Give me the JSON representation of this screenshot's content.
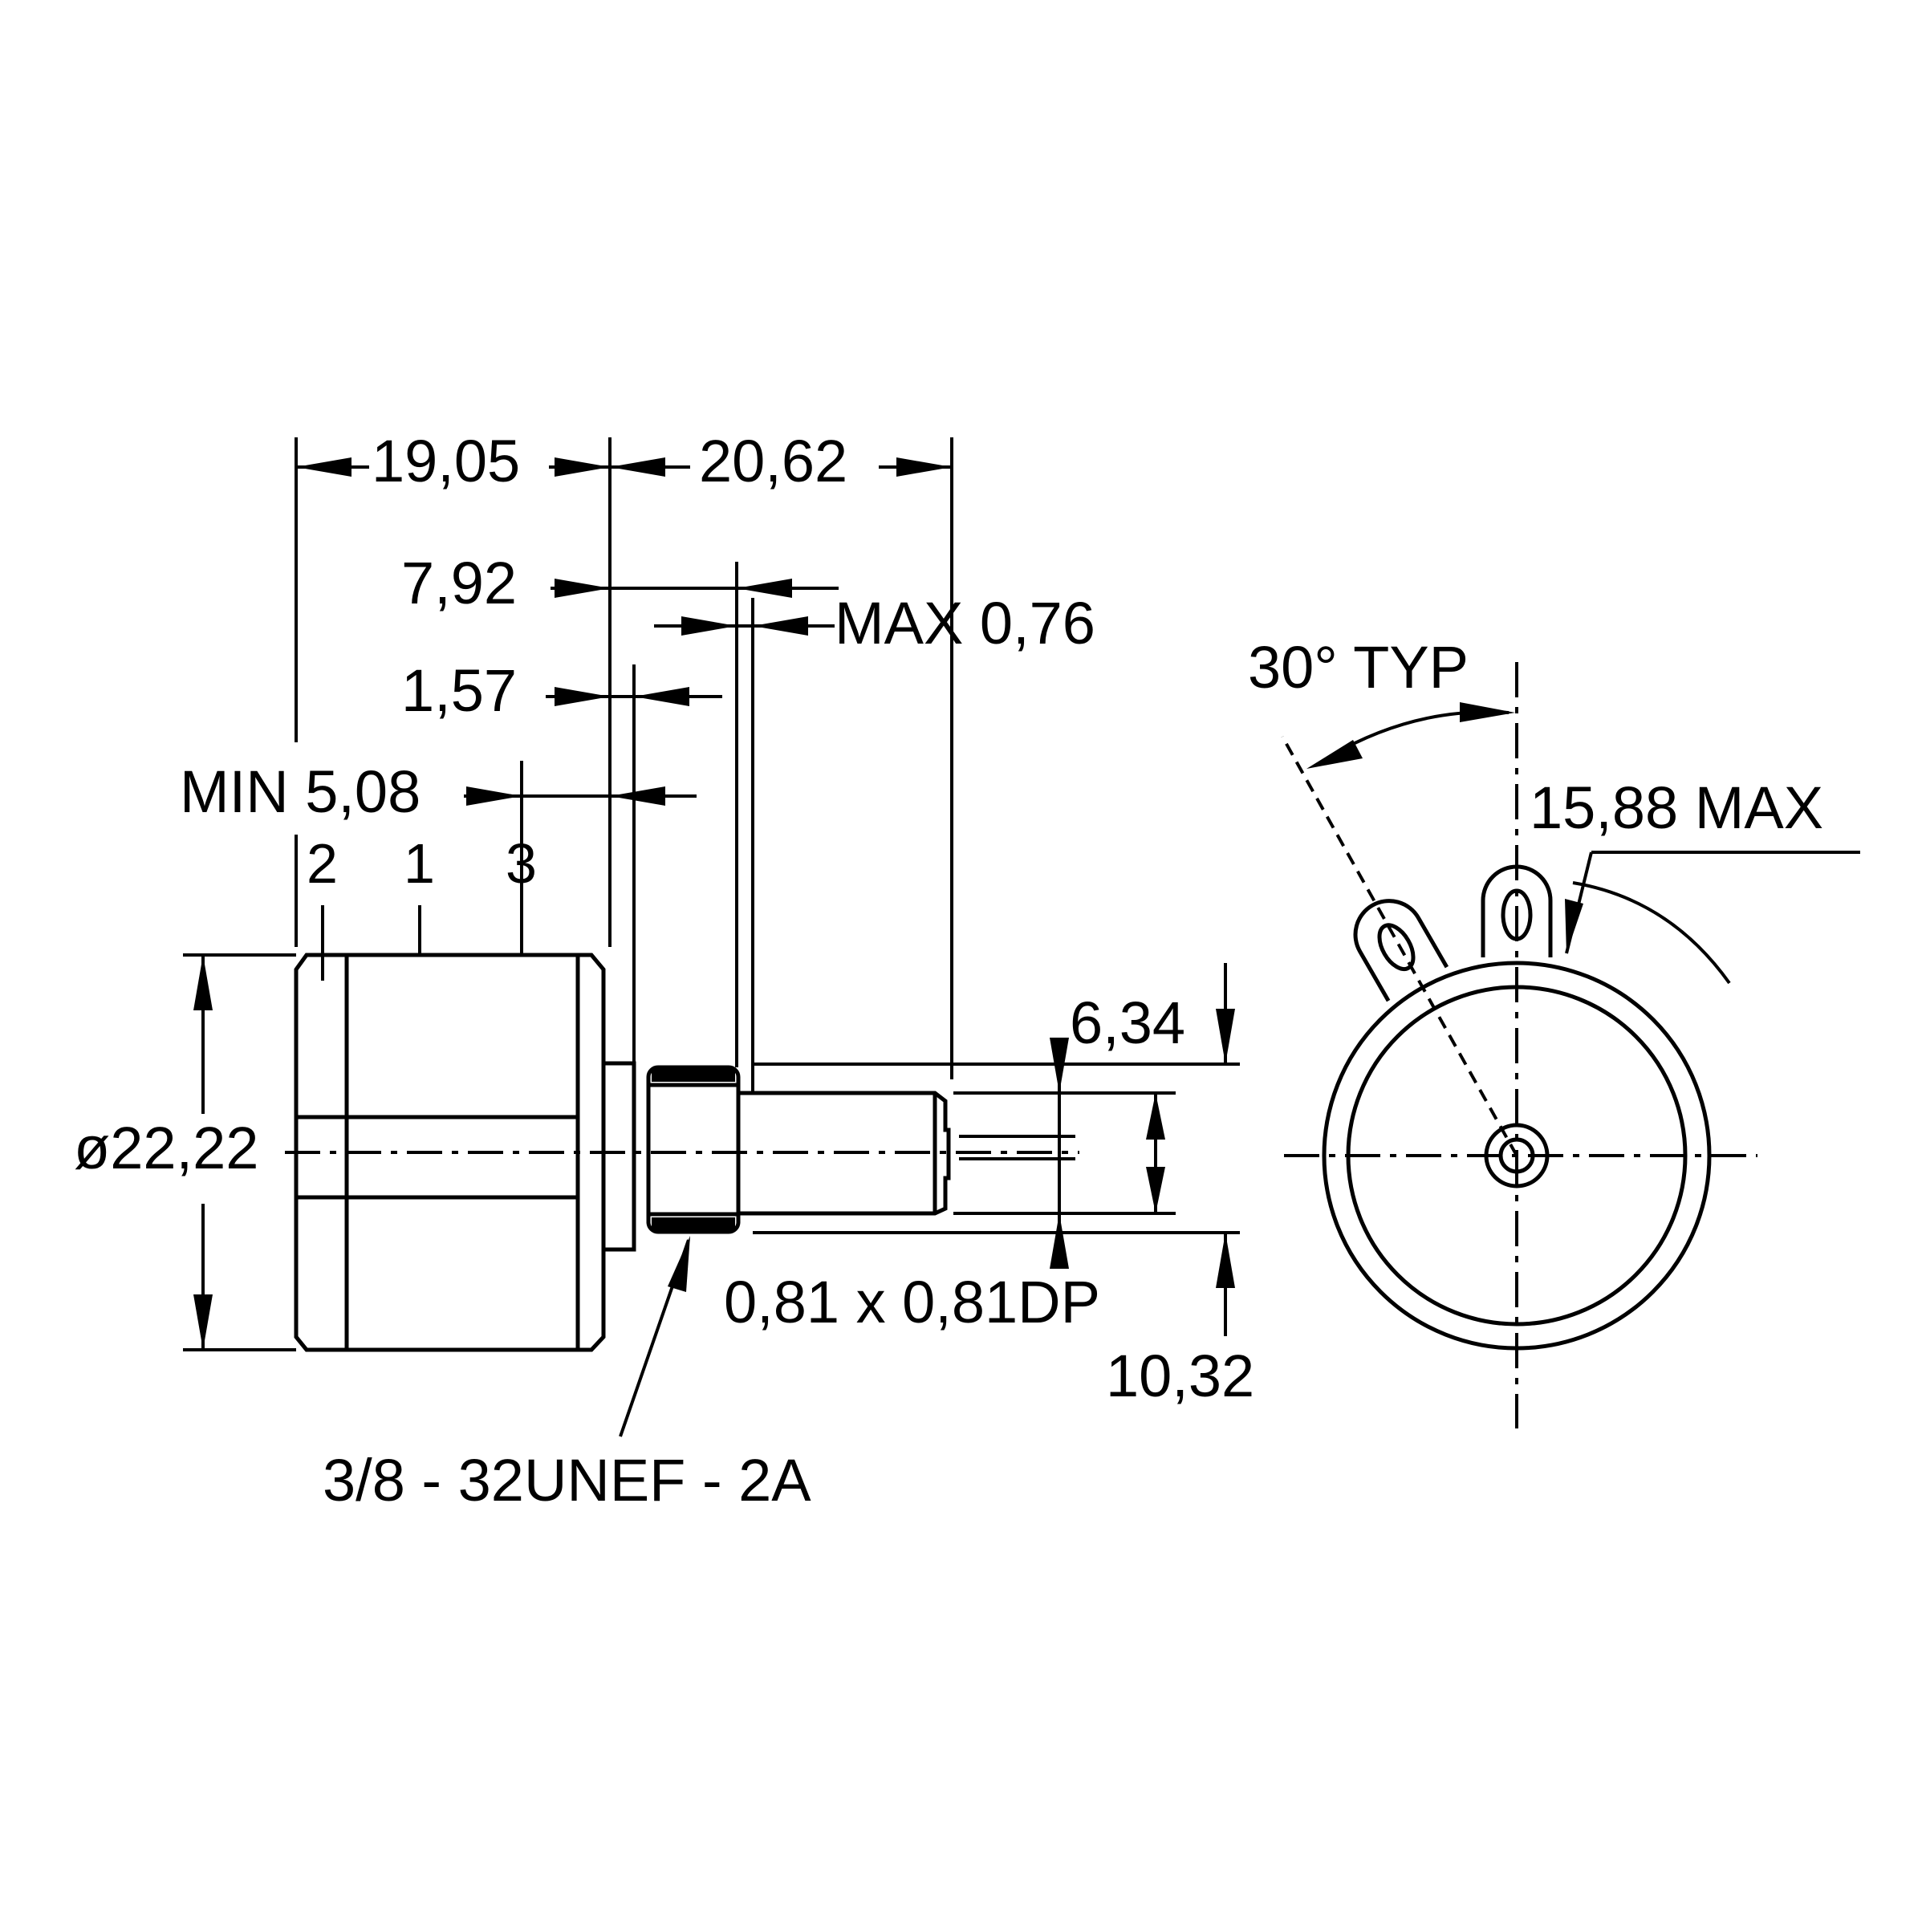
{
  "dimensions": {
    "overall_body": "19,05",
    "shaft_length": "20,62",
    "bushing_length": "7,92",
    "max_offset": "MAX 0,76",
    "flange": "1,57",
    "min_terminal": "MIN 5,08",
    "diameter": "ø22,22",
    "flat_height": "6,34",
    "slot": "0,81 x 0,81DP",
    "shaft_diameter": "10,32",
    "angle": "30° TYP",
    "max_radius": "15,88 MAX"
  },
  "terminals": [
    "2",
    "1",
    "3"
  ],
  "thread_spec": "3/8 - 32UNEF - 2A"
}
